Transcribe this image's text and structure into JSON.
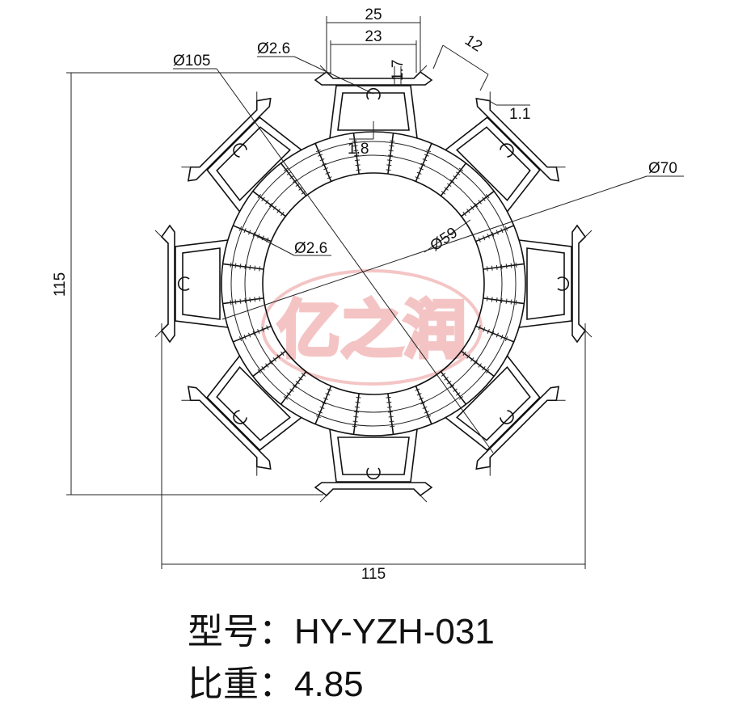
{
  "dimensions": {
    "top_outer_width": "25",
    "top_inner_width": "23",
    "top_hole": "Ø2.6",
    "outer_diameter": "Ø105",
    "slot_width": "12",
    "slot_lip": "1.1",
    "slot_depth": "1.7",
    "rib_thickness": "1.8",
    "ring_outer_diameter": "Ø70",
    "ring_inner_diameter": "Ø59",
    "side_hole": "Ø2.6",
    "height": "115",
    "width": "115"
  },
  "watermark": {
    "text": "亿之润",
    "color": "#e05a5a"
  },
  "caption": {
    "model_label": "型号：",
    "model_value": "HY-YZH-031",
    "weight_label": "比重：",
    "weight_value": "4.85"
  }
}
